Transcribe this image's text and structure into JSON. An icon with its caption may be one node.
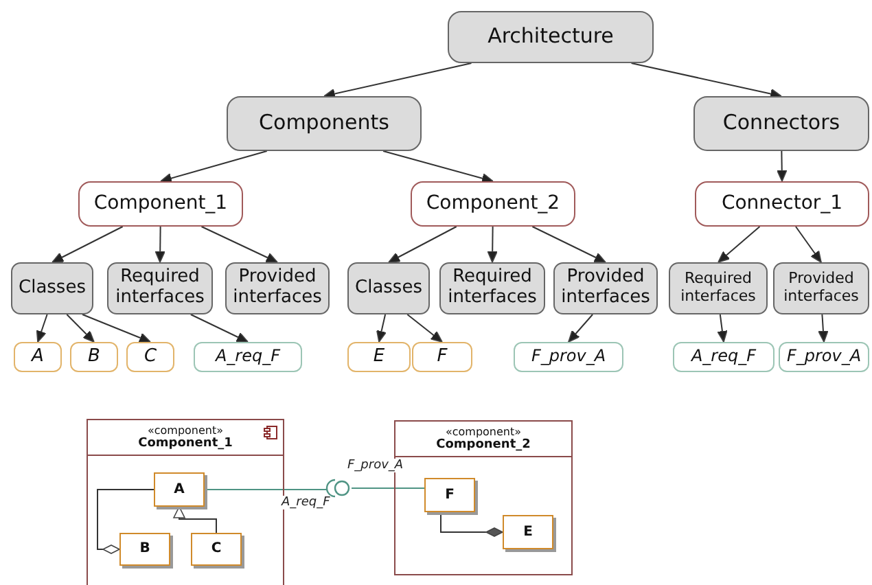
{
  "diagram": {
    "nodes": [
      {
        "text": [
          "Architecture"
        ]
      },
      {
        "text": [
          "Components"
        ]
      },
      {
        "text": [
          "Connectors"
        ]
      },
      {
        "text": [
          "Component_1"
        ]
      },
      {
        "text": [
          "Component_2"
        ]
      },
      {
        "text": [
          "Connector_1"
        ]
      },
      {
        "text": [
          "Classes"
        ]
      },
      {
        "text": [
          "Required interfaces"
        ]
      },
      {
        "text": [
          "Provided interfaces"
        ]
      },
      {
        "text": [
          "Classes"
        ]
      },
      {
        "text": [
          "Required interfaces"
        ]
      },
      {
        "text": [
          "Provided interfaces"
        ]
      },
      {
        "text": [
          "Required interfaces"
        ]
      },
      {
        "text": [
          "Provided interfaces"
        ]
      },
      {
        "text": [
          "A"
        ]
      },
      {
        "text": [
          "B"
        ]
      },
      {
        "text": [
          "C"
        ]
      },
      {
        "text": [
          "A_req_F"
        ]
      },
      {
        "text": [
          "E"
        ]
      },
      {
        "text": [
          "F"
        ]
      },
      {
        "text": [
          "F_prov_A"
        ]
      },
      {
        "text": [
          "A_req_F"
        ]
      },
      {
        "text": [
          "F_prov_A"
        ]
      },
      {
        "text": [
          "«component»",
          "Component_1"
        ]
      },
      {
        "text": [
          "A"
        ],
        "in": 23
      },
      {
        "text": [
          "B"
        ],
        "in": 23
      },
      {
        "text": [
          "C"
        ],
        "in": 23
      },
      {
        "text": [
          "«component»",
          "Component_2"
        ]
      },
      {
        "text": [
          "F"
        ],
        "in": 27
      },
      {
        "text": [
          "E"
        ],
        "in": 27
      },
      {
        "text": [],
        "shape": "circle"
      }
    ],
    "edges": [
      {
        "from": 0,
        "to": 1,
        "arrow": "to"
      },
      {
        "from": 0,
        "to": 2,
        "arrow": "to"
      },
      {
        "from": 1,
        "to": 3,
        "arrow": "to"
      },
      {
        "from": 1,
        "to": 4,
        "arrow": "to"
      },
      {
        "from": 2,
        "to": 5,
        "arrow": "to"
      },
      {
        "from": 3,
        "to": 6,
        "arrow": "to"
      },
      {
        "from": 3,
        "to": 7,
        "arrow": "to"
      },
      {
        "from": 3,
        "to": 8,
        "arrow": "to"
      },
      {
        "from": 4,
        "to": 9,
        "arrow": "to"
      },
      {
        "from": 4,
        "to": 10,
        "arrow": "to"
      },
      {
        "from": 4,
        "to": 11,
        "arrow": "to"
      },
      {
        "from": 5,
        "to": 12,
        "arrow": "to"
      },
      {
        "from": 5,
        "to": 13,
        "arrow": "to"
      },
      {
        "from": 6,
        "to": 14,
        "arrow": "to"
      },
      {
        "from": 6,
        "to": 15,
        "arrow": "to"
      },
      {
        "from": 6,
        "to": 16,
        "arrow": "to"
      },
      {
        "from": 7,
        "to": 17,
        "arrow": "to"
      },
      {
        "from": 9,
        "to": 18,
        "arrow": "to"
      },
      {
        "from": 9,
        "to": 19,
        "arrow": "to"
      },
      {
        "from": 11,
        "to": 20,
        "arrow": "to"
      },
      {
        "from": 12,
        "to": 21,
        "arrow": "to"
      },
      {
        "from": 13,
        "to": 22,
        "arrow": "to"
      },
      {
        "from": 25,
        "to": 24,
        "arrow": "other"
      },
      {
        "from": 26,
        "to": 24,
        "arrow": "to"
      },
      {
        "from": 28,
        "to": 29,
        "arrow": "other"
      },
      {
        "from": 24,
        "to": 30,
        "arrow": "none",
        "label": "A_req_F",
        "color": "#4f9484"
      },
      {
        "from": 28,
        "to": 30,
        "arrow": "none",
        "label": "F_prov_A",
        "color": "#4f9484"
      }
    ]
  }
}
